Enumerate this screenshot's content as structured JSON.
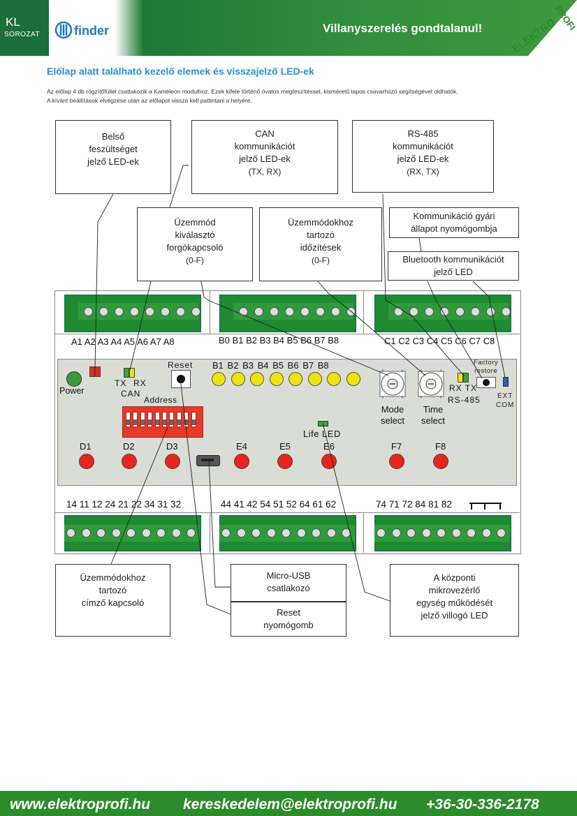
{
  "header": {
    "kl": "KL",
    "sorozat": "SOROZAT",
    "brand": "finder",
    "slogan": "Villanyszerelés gondtalanul!",
    "logo_text": "ELEKTROPROFI"
  },
  "title": "Előlap alatt található kezelő elemek és visszajelző LED-ek",
  "intro": {
    "line1": "Az előlap 4 db rögzítőfüllel csatlakozik a Kaméleon modulhoz. Ezek kifele történő óvatos megfeszítéssel, kisméretű lapos csavarhúzó segítségével oldhatók.",
    "line2": "A kívánt beállítások elvégzése után az előlapot vissza kell pattintani a helyére."
  },
  "callouts": {
    "belso": [
      "Belső",
      "feszültséget",
      "jelző LED-ek"
    ],
    "can": [
      "CAN",
      "kommunikációt",
      "jelző LED-ek",
      "(TX, RX)"
    ],
    "rs485": [
      "RS-485",
      "kommunikációt",
      "jelző LED-ek",
      "(RX, TX)"
    ],
    "uzemmod": [
      "Üzemmód",
      "kiválasztó",
      "forgókapcsoló",
      "(0-F)"
    ],
    "idozites": [
      "Üzemmódokhoz",
      "tartozó",
      "időzítések",
      "(0-F)"
    ],
    "gyari": [
      "Kommunikáció gyári",
      "állapot nyomógombja"
    ],
    "bluetooth": [
      "Bluetooth kommunikációt",
      "jelző LED"
    ],
    "cimzo": [
      "Üzemmódokhoz",
      "tartozó",
      "címző kapcsoló"
    ],
    "usb": [
      "Micro-USB",
      "csatlakozó"
    ],
    "reset": [
      "Reset",
      "nyomógomb"
    ],
    "kozponti": [
      "A központi",
      "mikrovezérlő",
      "egység működését",
      "jelző villogó LED"
    ]
  },
  "device": {
    "top_a": [
      "A1",
      "A2",
      "A3",
      "A4",
      "A5",
      "A6",
      "A7",
      "A8"
    ],
    "top_b": [
      "B0",
      "B1",
      "B2",
      "B3",
      "B4",
      "B5",
      "B6",
      "B7",
      "B8"
    ],
    "top_c": [
      "C1",
      "C2",
      "C3",
      "C4",
      "C5",
      "C6",
      "C7",
      "C8"
    ],
    "power": "Power",
    "can_tx": "TX",
    "can_rx": "RX",
    "can": "CAN",
    "reset": "Reset",
    "address": "Address",
    "b_leds": [
      "B1",
      "B2",
      "B3",
      "B4",
      "B5",
      "B6",
      "B7",
      "B8"
    ],
    "mode_select": [
      "Mode",
      "select"
    ],
    "time_select": [
      "Time",
      "select"
    ],
    "rx_tx": "RX TX",
    "rs485": "RS-485",
    "factory": [
      "Factory",
      "restore"
    ],
    "ext_com": [
      "EXT",
      "COM"
    ],
    "life_led": "Life LED",
    "bottom_leds": [
      "D1",
      "D2",
      "D3",
      "E4",
      "E5",
      "E6",
      "F7",
      "F8"
    ],
    "bottom_a": "14 11 12 24 21 22 34 31 32",
    "bottom_b": "44 41 42 54 51 52 64 61 62",
    "bottom_c": "74 71 72 84 81 82"
  },
  "footer": {
    "web": "www.elektroprofi.hu",
    "email": "kereskedelem@elektroprofi.hu",
    "phone": "+36-30-336-2178"
  }
}
